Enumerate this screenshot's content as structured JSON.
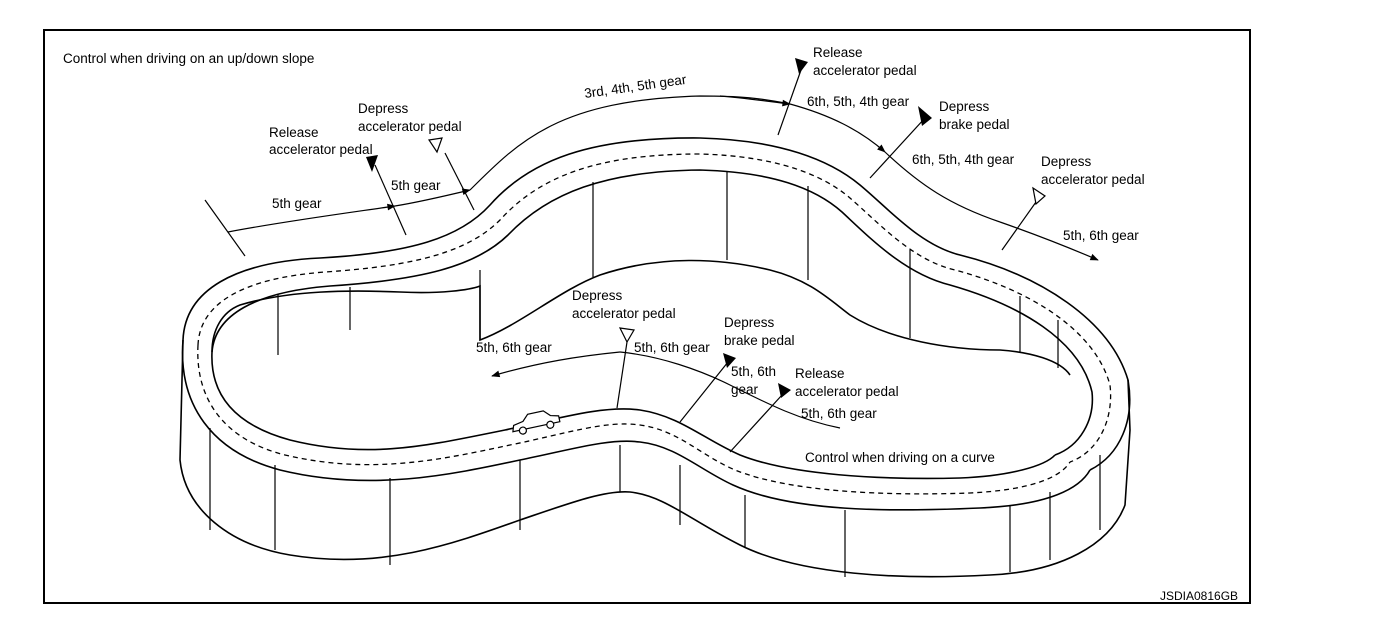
{
  "diagram": {
    "slope_title": "Control when driving on an up/down slope",
    "curve_title": "Control when driving on a curve",
    "figure_id": "JSDIA0816GB",
    "slope_labels": {
      "gear_5th_a": "5th gear",
      "gear_5th_b": "5th gear",
      "release_1": [
        "Release",
        "accelerator pedal"
      ],
      "depress_1": [
        "Depress",
        "accelerator pedal"
      ],
      "gear_345": "3rd, 4th, 5th gear",
      "release_2": [
        "Release",
        "accelerator pedal"
      ],
      "gear_654_a": "6th, 5th, 4th gear",
      "depress_brake_1": [
        "Depress",
        "brake pedal"
      ],
      "gear_654_b": "6th, 5th, 4th gear",
      "depress_2": [
        "Depress",
        "accelerator pedal"
      ],
      "gear_56_a": "5th, 6th gear"
    },
    "curve_labels": {
      "depress_3": [
        "Depress",
        "accelerator pedal"
      ],
      "gear_56_b": "5th, 6th gear",
      "gear_56_c": "5th, 6th gear",
      "depress_brake_2": [
        "Depress",
        "brake pedal"
      ],
      "gear_56_d": [
        "5th, 6th",
        "gear"
      ],
      "release_3": [
        "Release",
        "accelerator pedal"
      ],
      "gear_56_e": "5th, 6th gear"
    }
  }
}
